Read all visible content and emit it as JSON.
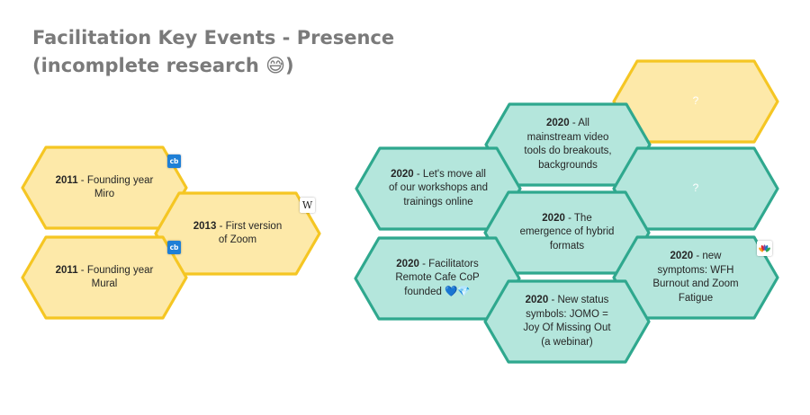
{
  "title": {
    "line1": "Facilitation Key Events - Presence",
    "line2": "(incomplete research 😅)"
  },
  "events": {
    "miro": {
      "year": "2011",
      "text": "- Founding year Miro"
    },
    "zoom": {
      "year": "2013",
      "text": "- First version of Zoom"
    },
    "mural": {
      "year": "2011",
      "text": "- Founding year Mural"
    },
    "online": {
      "year": "2020",
      "text": "- Let's move all of our workshops and trainings online"
    },
    "videotools": {
      "year": "2020",
      "text": "- All mainstream video tools do breakouts, backgrounds"
    },
    "unknown_top": {
      "text": "?"
    },
    "hybrid": {
      "year": "2020",
      "text": "- The emergence of hybrid formats"
    },
    "unknown_mid": {
      "text": "?"
    },
    "cop": {
      "year": "2020",
      "text": "- Facilitators Remote Cafe CoP founded 💙💎"
    },
    "wfh": {
      "year": "2020",
      "text": "- new symptoms: WFH Burnout and Zoom Fatigue"
    },
    "jomo": {
      "year": "2020",
      "text": "- New status symbols: JOMO = Joy Of Missing Out (a webinar)"
    }
  },
  "badges": {
    "crunchbase": "cb",
    "wikipedia": "W"
  },
  "colors": {
    "title": "#7a7a7a",
    "yellow_fill": "#fde9a9",
    "yellow_stroke": "#f5c623",
    "teal_fill": "#b4e6dc",
    "teal_stroke": "#2fa88e"
  }
}
